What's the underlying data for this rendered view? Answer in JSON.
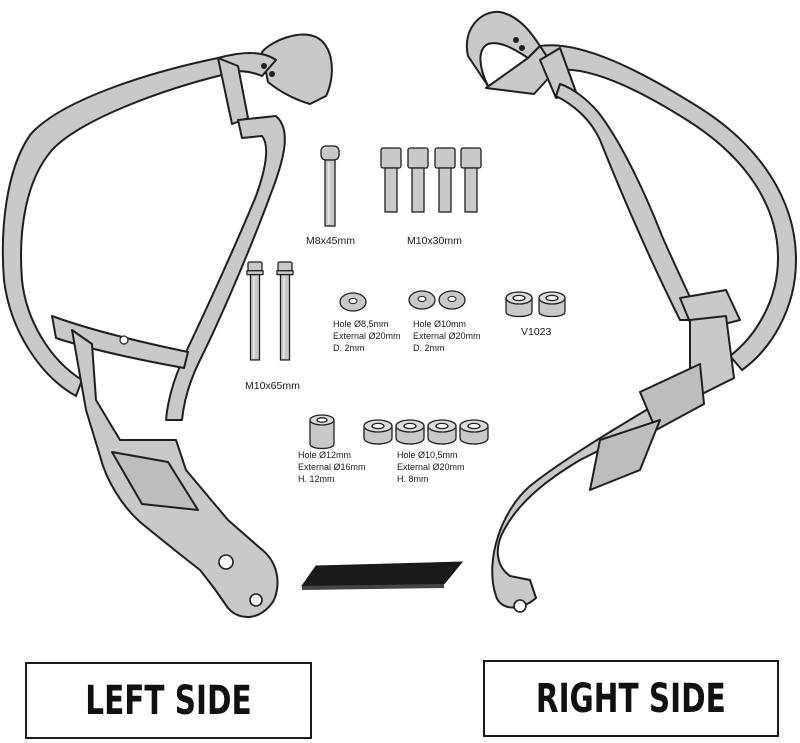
{
  "colors": {
    "part_fill": "#c9c9c9",
    "part_stroke": "#1f1f1f",
    "background": "#ffffff",
    "pad": "#1a1a1a"
  },
  "parts": {
    "bolt_m8x45": "M8x45mm",
    "bolt_m10x30": "M10x30mm",
    "bolt_m10x65": "M10x65mm",
    "washer_8_5": [
      "Hole Ø8,5mm",
      "External Ø20mm",
      "D. 2mm"
    ],
    "washer_10": [
      "Hole Ø10mm",
      "External Ø20mm",
      "D. 2mm"
    ],
    "spacer_v1023": "V1023",
    "spacer_12": [
      "Hole Ø12mm",
      "External Ø16mm",
      "H. 12mm"
    ],
    "spacer_10_5": [
      "Hole Ø10,5mm",
      "External Ø20mm",
      "H. 8mm"
    ]
  },
  "labels": {
    "left_side": "LEFT SIDE",
    "right_side": "RIGHT SIDE"
  }
}
